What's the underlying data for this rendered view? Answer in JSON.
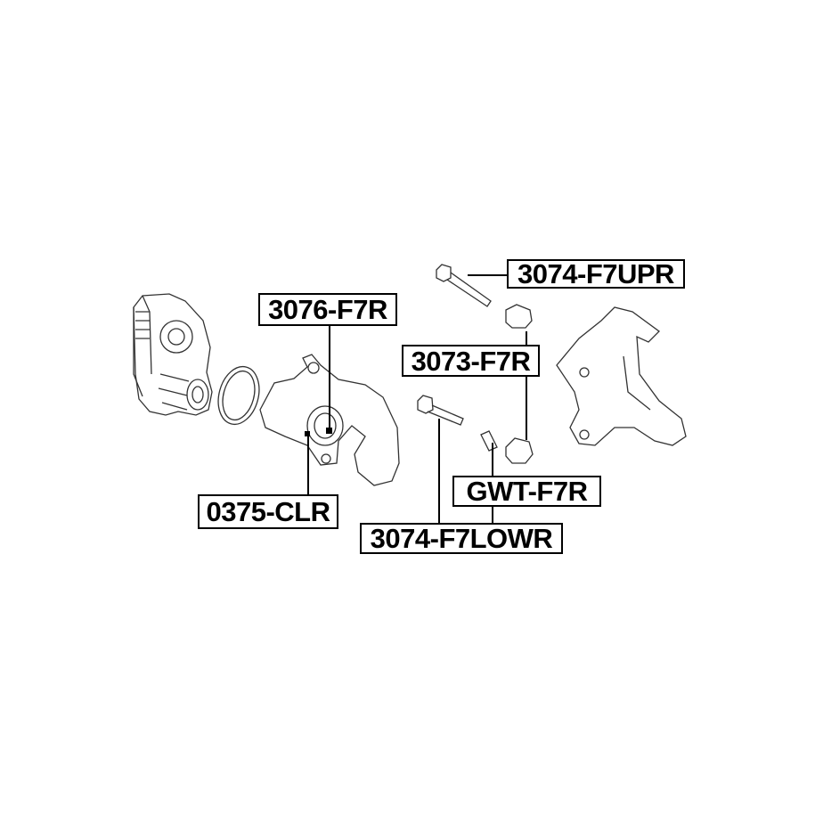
{
  "diagram": {
    "labels": {
      "upper_pin": "3074-F7UPR",
      "piston": "3076-F7R",
      "boot": "3073-F7R",
      "guide_sleeve": "GWT-F7R",
      "seal": "0375-CLR",
      "lower_pin": "3074-F7LOWR"
    }
  }
}
